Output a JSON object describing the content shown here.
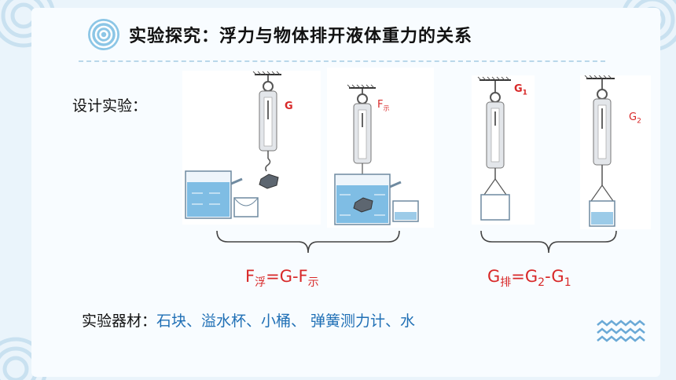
{
  "title": "实验探究：浮力与物体排开液体重力的关系",
  "design_label": "设计实验：",
  "figure_labels": {
    "g": "G",
    "f": "F",
    "f_sub": "示",
    "g1": "G",
    "g1_sub": "1",
    "g2": "G",
    "g2_sub": "2"
  },
  "formula_left": {
    "f": "F",
    "f_sub": "浮",
    "mid": "=G-F",
    "end_sub": "示"
  },
  "formula_right": {
    "g": "G",
    "g_sub": "排",
    "mid": "=G",
    "mid_sub": "2",
    "minus": "-G",
    "end_sub": "1"
  },
  "materials_label": "实验器材：",
  "materials_list": "石块、溢水杯、小桶、 弹簧测力计、水",
  "colors": {
    "accent": "#1f6fb5",
    "formula": "#d82828",
    "water": "#6fb3e0",
    "spring": "#c8ccd2"
  }
}
